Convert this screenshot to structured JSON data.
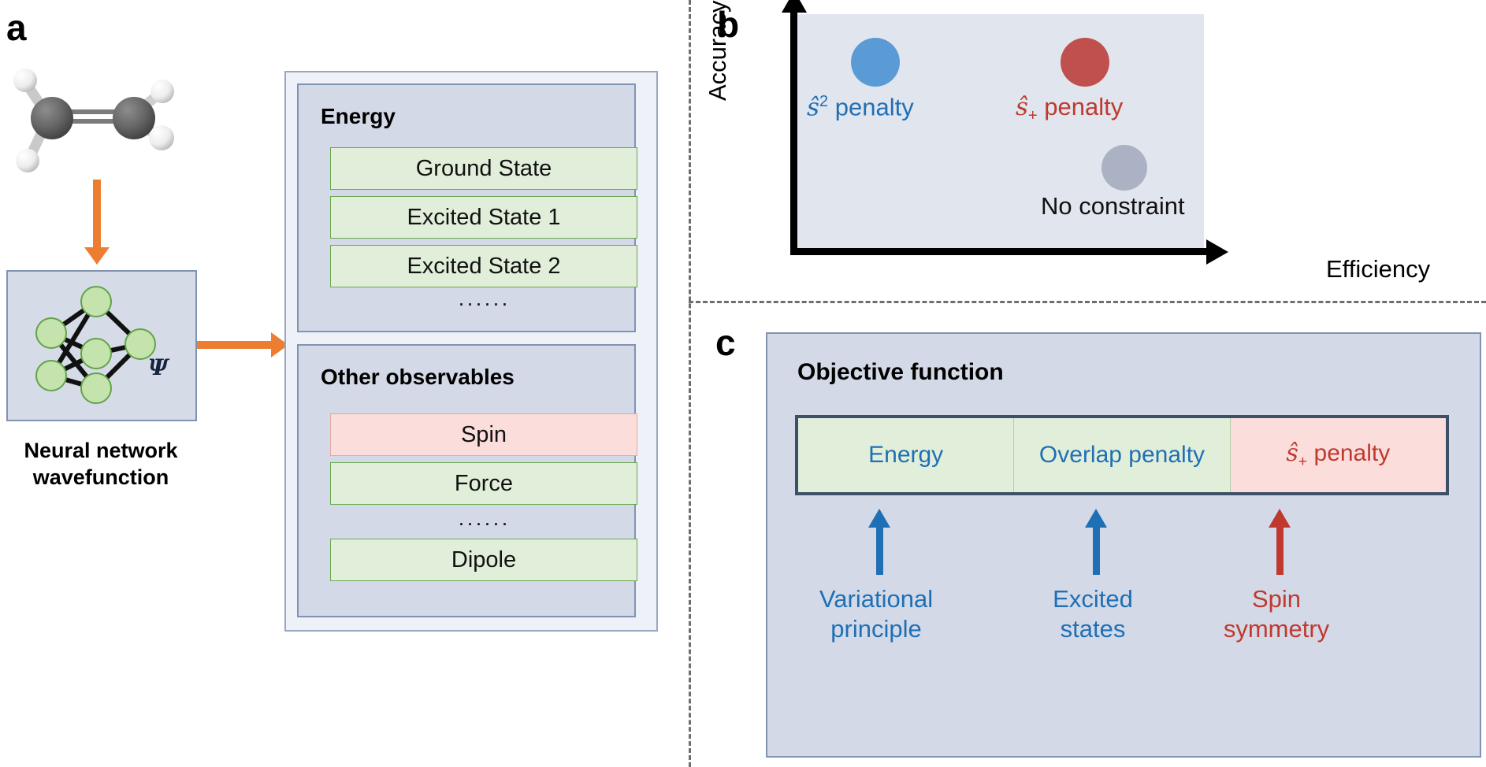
{
  "panels": {
    "a": {
      "letter": "a"
    },
    "b": {
      "letter": "b"
    },
    "c": {
      "letter": "c"
    }
  },
  "panel_a": {
    "molecule": {
      "name": "ethylene-molecule",
      "formula": "C2H4"
    },
    "network": {
      "psi_symbol": "Ψ"
    },
    "caption_line1": "Neural network",
    "caption_line2": "wavefunction",
    "energy_card": {
      "title": "Energy",
      "items": [
        {
          "label": "Ground State",
          "style": "green"
        },
        {
          "label": "Excited State 1",
          "style": "green"
        },
        {
          "label": "Excited State 2",
          "style": "green"
        }
      ],
      "ellipsis": "······"
    },
    "observables_card": {
      "title": "Other observables",
      "items": [
        {
          "label": "Spin",
          "style": "pink"
        },
        {
          "label": "Force",
          "style": "green"
        }
      ],
      "ellipsis": "······",
      "last_item": {
        "label": "Dipole",
        "style": "green"
      }
    }
  },
  "panel_b": {
    "ylabel": "Accuracy",
    "xlabel": "Efficiency",
    "points": [
      {
        "name": "s2-penalty",
        "label_html": "penalty",
        "math_prefix": "ŝ",
        "math_sup": "2",
        "math_sub": "",
        "color": "#5B9BD5",
        "text_color": "#1f6fb5",
        "x_pct": 20,
        "y_pct": 13
      },
      {
        "name": "s-plus-penalty",
        "label_html": "penalty",
        "math_prefix": "ŝ",
        "math_sup": "",
        "math_sub": "+",
        "color": "#C0504D",
        "text_color": "#c0392f",
        "x_pct": 71,
        "y_pct": 13
      },
      {
        "name": "no-constraint",
        "label_html": "No constraint",
        "math_prefix": "",
        "math_sup": "",
        "math_sub": "",
        "color": "#AAB2C4",
        "text_color": "#111111",
        "x_pct": 81,
        "y_pct": 59
      }
    ]
  },
  "panel_c": {
    "title": "Objective function",
    "segments": [
      {
        "name": "energy-term",
        "label": "Energy",
        "style": "green"
      },
      {
        "name": "overlap-penalty-term",
        "label": "Overlap penalty",
        "style": "green"
      },
      {
        "name": "s-plus-penalty-term",
        "label": "ŝ₊ penalty",
        "style": "pink"
      }
    ],
    "captions": [
      {
        "name": "variational-principle",
        "line1": "Variational",
        "line2": "principle",
        "color": "blue"
      },
      {
        "name": "excited-states",
        "line1": "Excited",
        "line2": "states",
        "color": "blue"
      },
      {
        "name": "spin-symmetry",
        "line1": "Spin",
        "line2": "symmetry",
        "color": "red"
      }
    ]
  },
  "colors": {
    "orange_arrow": "#ED7D31",
    "panel_bg": "#d3d9e6",
    "green_item": "#e1efda",
    "pink_item": "#fbdedb",
    "blue_text": "#1f6fb5",
    "red_text": "#c0392f"
  }
}
